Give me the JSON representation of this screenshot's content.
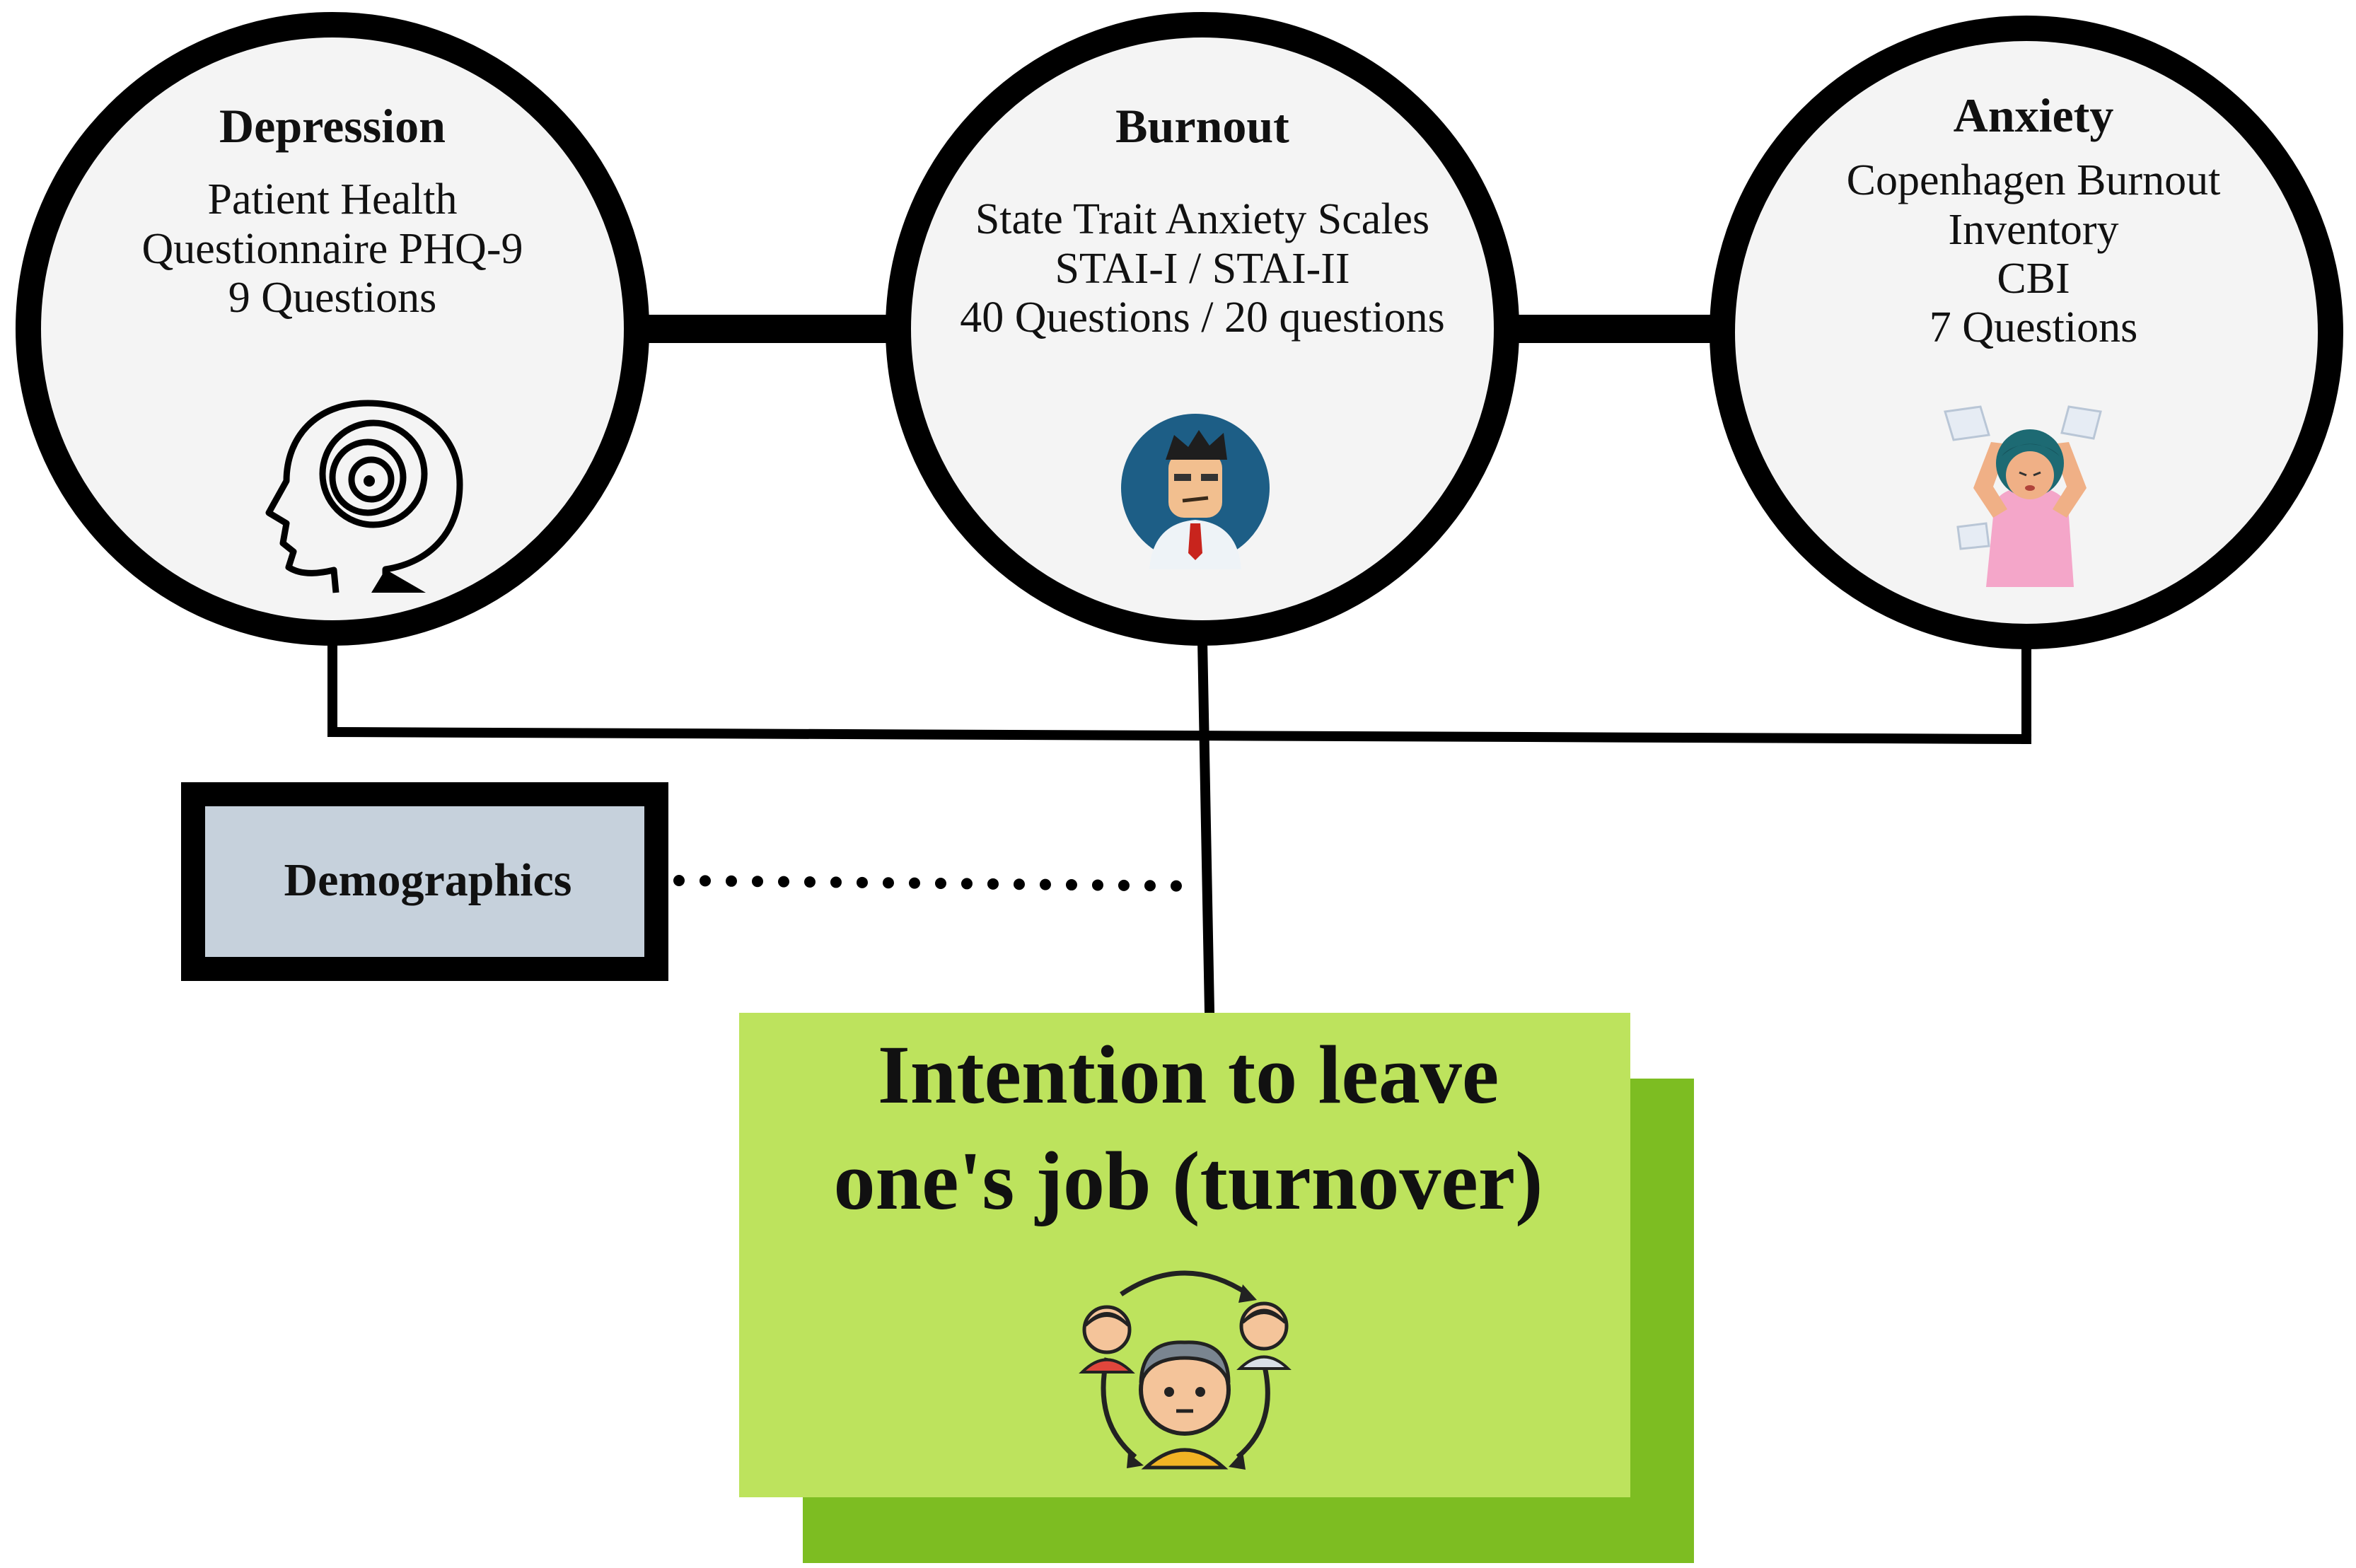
{
  "colors": {
    "circle_fill": "#f4f4f4",
    "stroke": "#000000",
    "demographics_fill": "#c6d1dc",
    "outcome_fill": "#bde35d",
    "outcome_shadow": "#7dbd22"
  },
  "circles": {
    "depression": {
      "title": "Depression",
      "line1": "Patient Health",
      "line2": "Questionnaire PHQ-9",
      "line3": "9 Questions",
      "icon": "head-spiral-icon"
    },
    "burnout": {
      "title": "Burnout",
      "line1": "State Trait Anxiety Scales",
      "line2": "STAI-I / STAI-II",
      "line3": "40 Questions / 20 questions",
      "icon": "stressed-businessman-icon"
    },
    "anxiety": {
      "title": "Anxiety",
      "line1": "Copenhagen Burnout",
      "line2": "Inventory",
      "line3": "CBI",
      "line4": "7 Questions",
      "icon": "stressed-woman-icon"
    }
  },
  "demographics": {
    "label": "Demographics"
  },
  "outcome": {
    "line1": "Intention to leave",
    "line2": "one's job (turnover)",
    "icon": "employee-turnover-icon"
  }
}
